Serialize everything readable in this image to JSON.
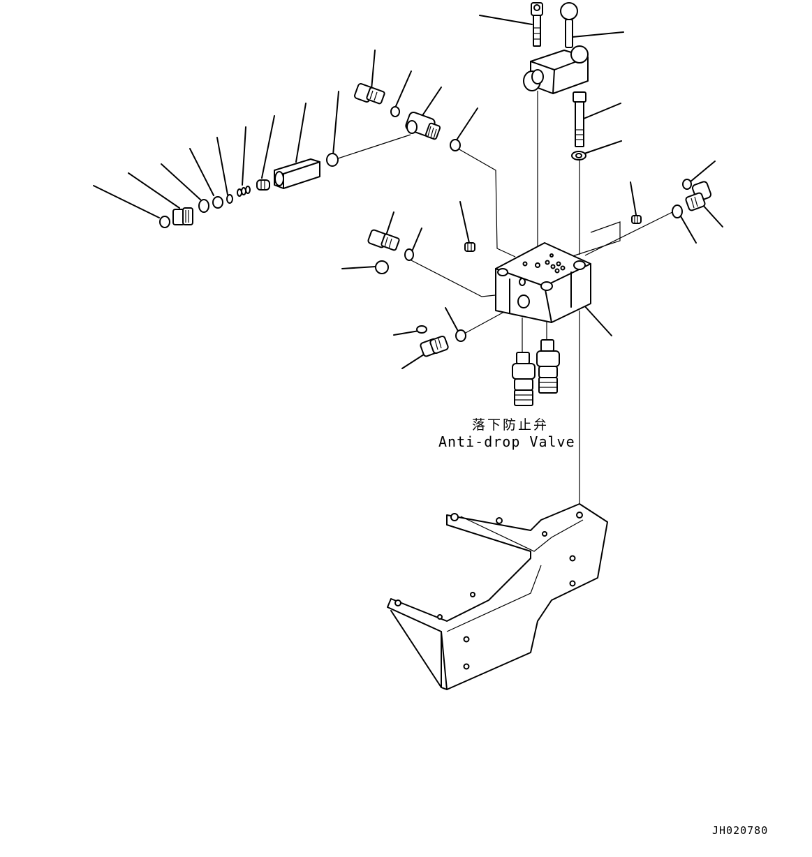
{
  "valve_label": {
    "japanese": "落下防止弁",
    "english": "Anti-drop Valve"
  },
  "drawing_id": "JH020780"
}
